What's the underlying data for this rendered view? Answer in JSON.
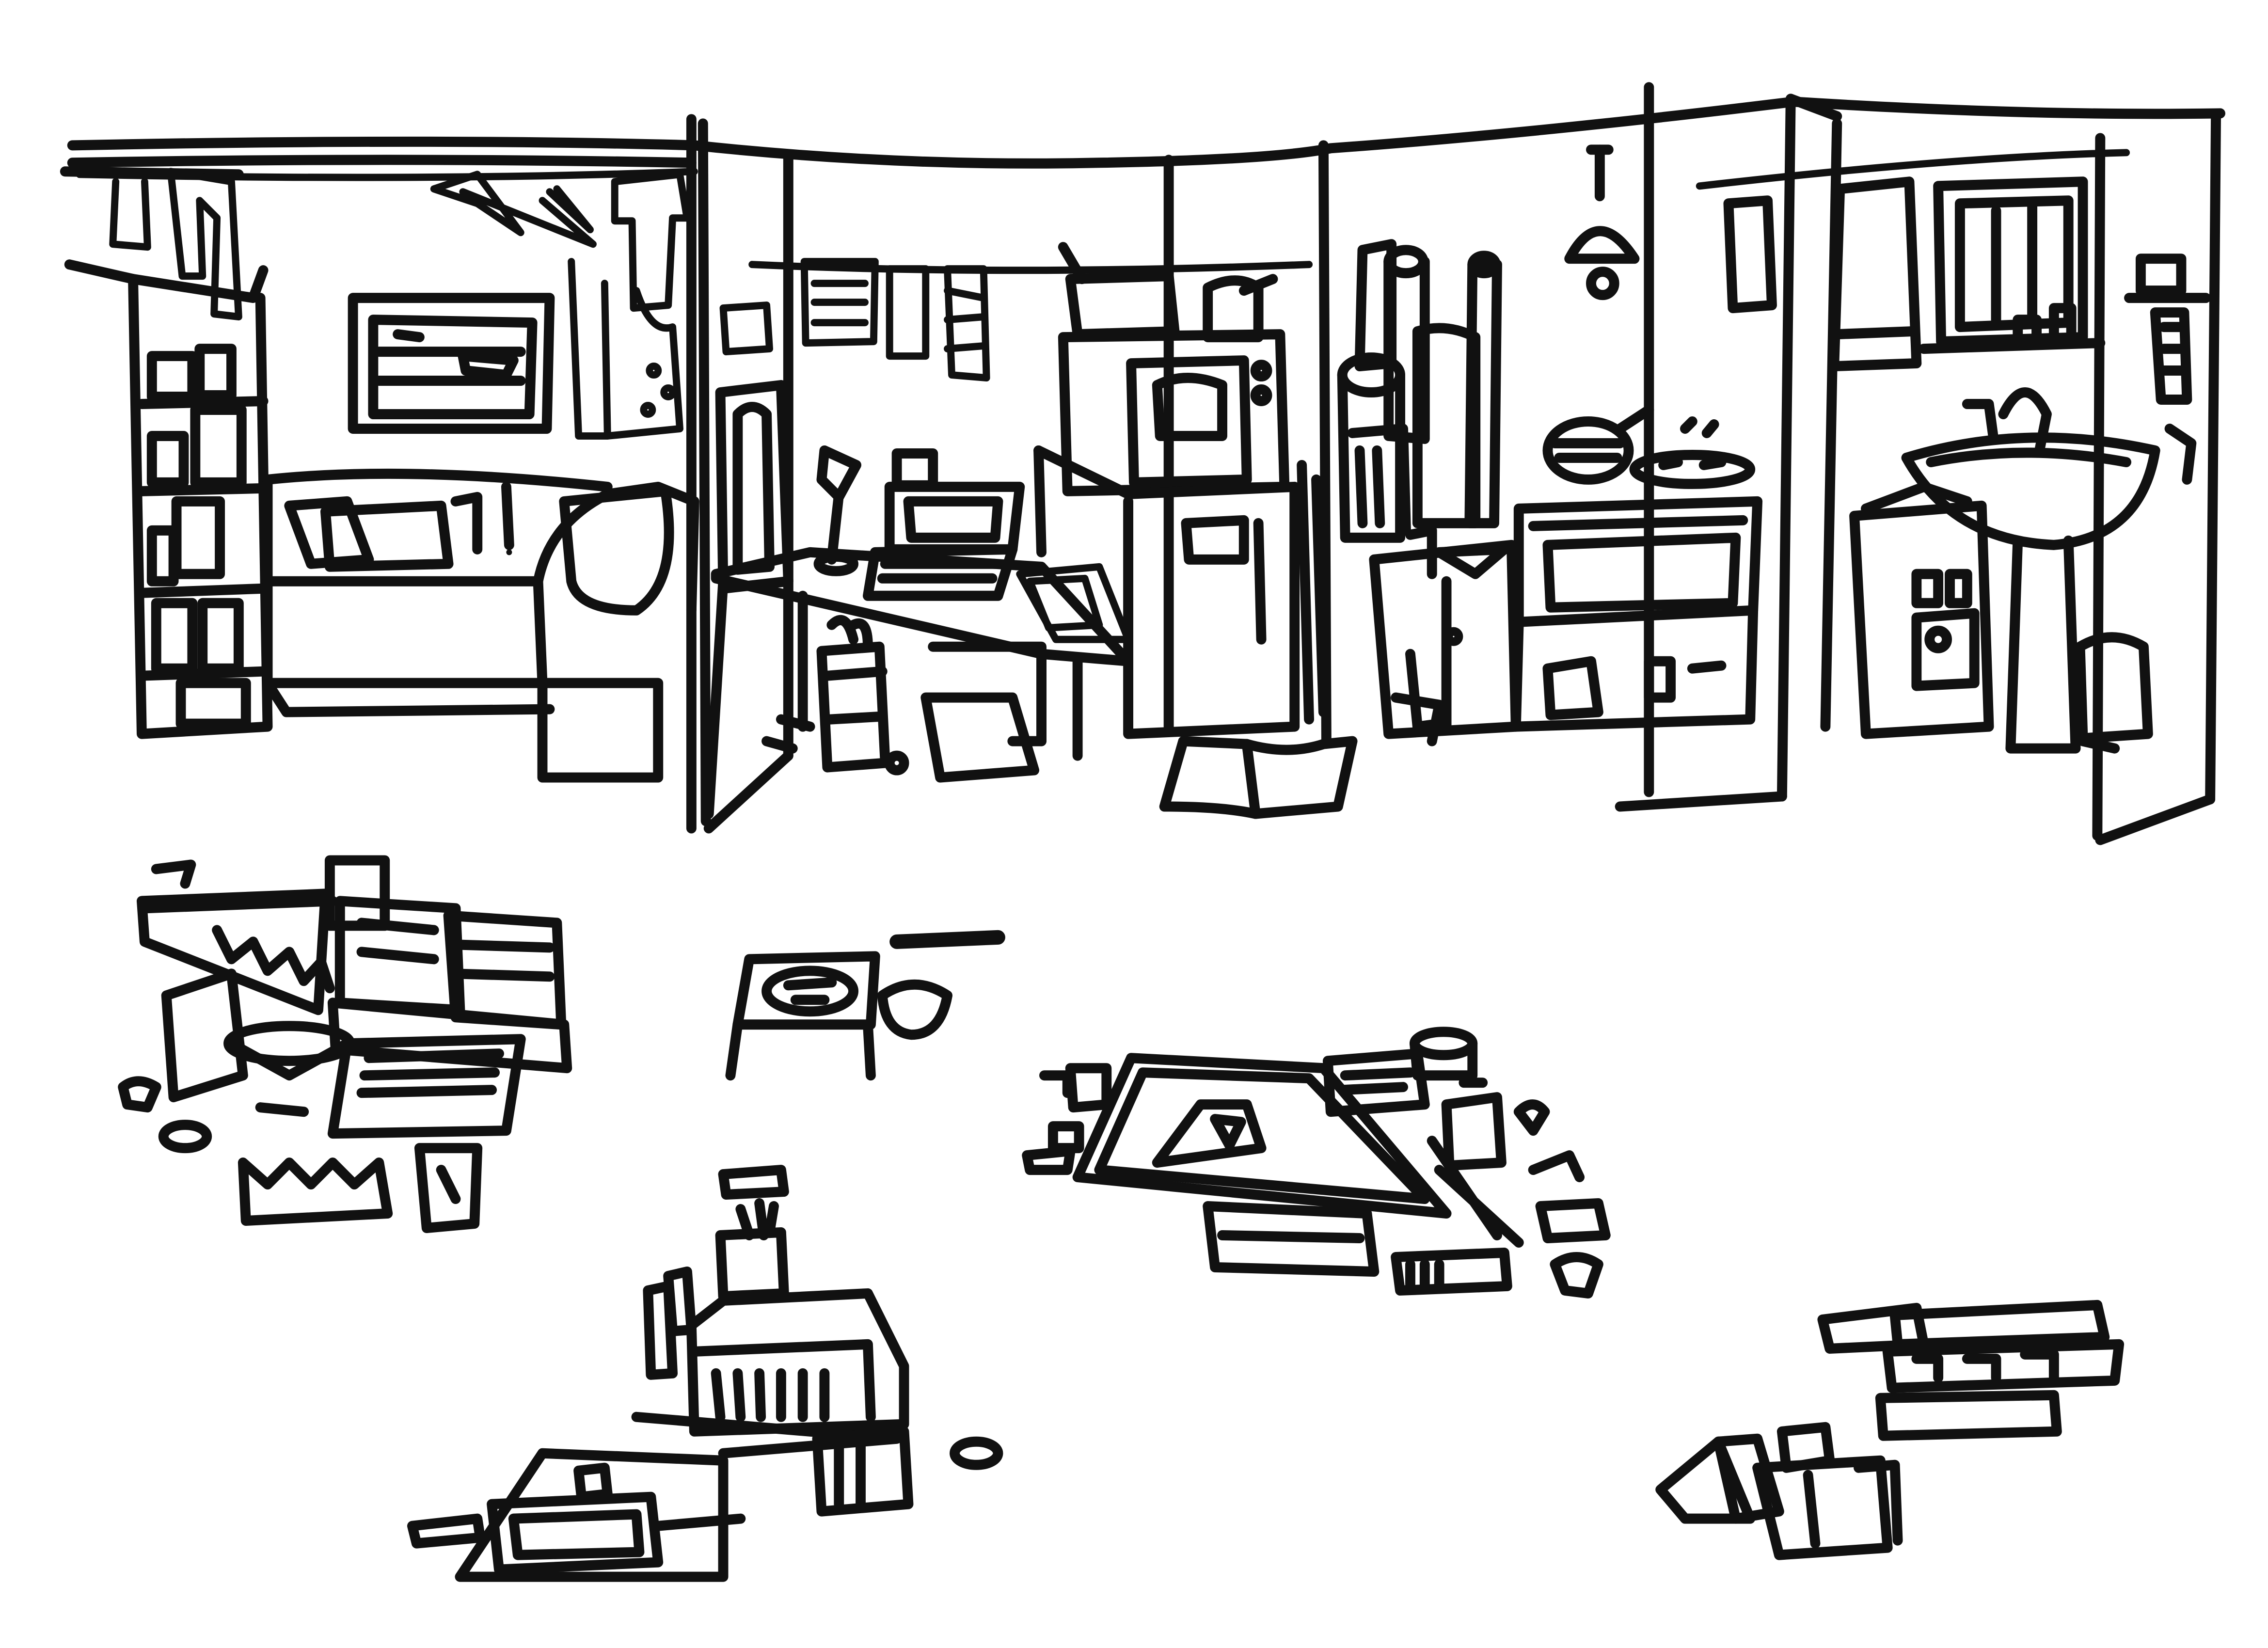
{
  "colors": {
    "paper": "#ffffff",
    "ink": "#111111"
  },
  "scene": {
    "rooms": [
      {
        "name": "bedroom",
        "items": [
          "clothesline-with-hangers",
          "shelving-unit",
          "framed-picture",
          "bed",
          "pillow",
          "open-books",
          "floor-box",
          "hanging-curtain"
        ]
      },
      {
        "name": "workspace",
        "items": [
          "desk",
          "laptop",
          "keyboard",
          "desk-lamp",
          "notes-pinned-on-string",
          "plant-basket",
          "folded-paper",
          "chair"
        ]
      },
      {
        "name": "kitchen",
        "items": [
          "microwave",
          "fridge",
          "cooking-pot",
          "tall-cabinet",
          "open-book-on-floor"
        ]
      },
      {
        "name": "storage",
        "items": [
          "paper-rolls",
          "cans",
          "small-cabinet",
          "pendant-lamp",
          "tv-stand",
          "pan-with-food"
        ]
      },
      {
        "name": "bathroom",
        "items": [
          "mirror-window",
          "sink-on-pedestal",
          "washing-machine",
          "waste-bin",
          "towel",
          "clothes-rack"
        ]
      }
    ],
    "loose_objects": [
      "paper-stacks-and-accordion-folds",
      "small-table-with-plate-and-bowl",
      "drawing-board-with-set-square",
      "pen-cup-and-storage-crate",
      "tool-bag-on-sheet",
      "flattened-boxes"
    ]
  }
}
